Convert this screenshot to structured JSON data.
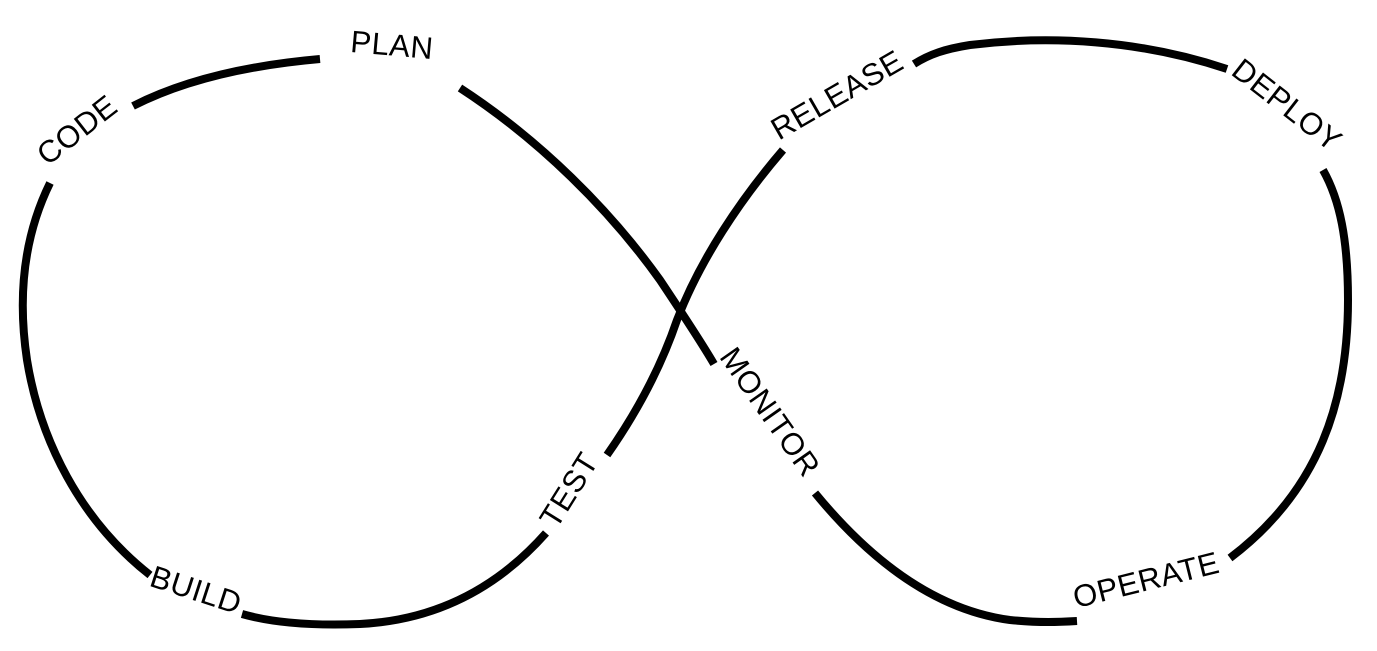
{
  "colors": {
    "stroke": "#000000",
    "text": "#000000",
    "background": "#ffffff"
  },
  "stages": {
    "plan": "PLAN",
    "code": "CODE",
    "build": "BUILD",
    "test": "TEST",
    "release": "RELEASE",
    "deploy": "DEPLOY",
    "operate": "OPERATE",
    "monitor": "MONITOR"
  }
}
